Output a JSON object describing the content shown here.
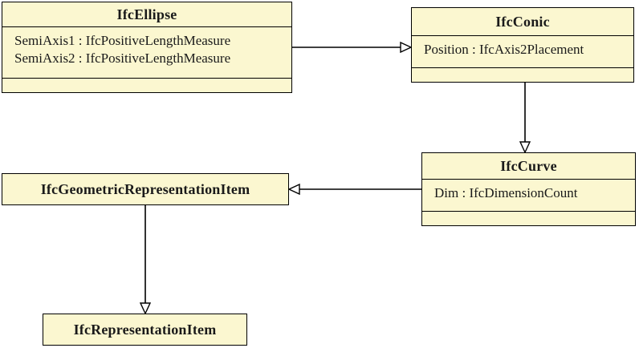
{
  "colors": {
    "background": "#ffffff",
    "box_fill": "#fbf7d0",
    "box_border": "#000000",
    "line": "#000000",
    "text": "#1a1a1a"
  },
  "classes": {
    "ellipse": {
      "title": "IfcEllipse",
      "attributes": [
        "SemiAxis1 : IfcPositiveLengthMeasure",
        "SemiAxis2 : IfcPositiveLengthMeasure"
      ]
    },
    "conic": {
      "title": "IfcConic",
      "attributes": [
        "Position : IfcAxis2Placement"
      ]
    },
    "curve": {
      "title": "IfcCurve",
      "attributes": [
        "Dim : IfcDimensionCount"
      ]
    },
    "geometric_representation_item": {
      "title": "IfcGeometricRepresentationItem"
    },
    "representation_item": {
      "title": "IfcRepresentationItem"
    }
  },
  "relations": [
    {
      "type": "inheritance",
      "from": "IfcEllipse",
      "to": "IfcConic"
    },
    {
      "type": "inheritance",
      "from": "IfcConic",
      "to": "IfcCurve"
    },
    {
      "type": "inheritance",
      "from": "IfcCurve",
      "to": "IfcGeometricRepresentationItem"
    },
    {
      "type": "inheritance",
      "from": "IfcGeometricRepresentationItem",
      "to": "IfcRepresentationItem"
    }
  ]
}
